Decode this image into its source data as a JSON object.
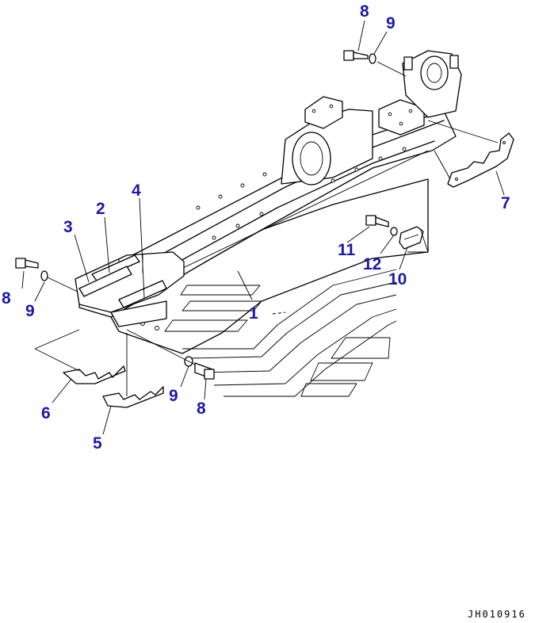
{
  "callouts": {
    "c1": "1",
    "c2": "2",
    "c3": "3",
    "c4": "4",
    "c5": "5",
    "c6": "6",
    "c7": "7",
    "c8_top": "8",
    "c8_left": "8",
    "c8_bottom": "8",
    "c9_top": "9",
    "c9_left": "9",
    "c9_bottom": "9",
    "c10": "10",
    "c11": "11",
    "c12": "12"
  },
  "drawing_code": "JH010916",
  "colors": {
    "callout": "#1a1aa8",
    "line": "#000000",
    "background": "#ffffff"
  }
}
